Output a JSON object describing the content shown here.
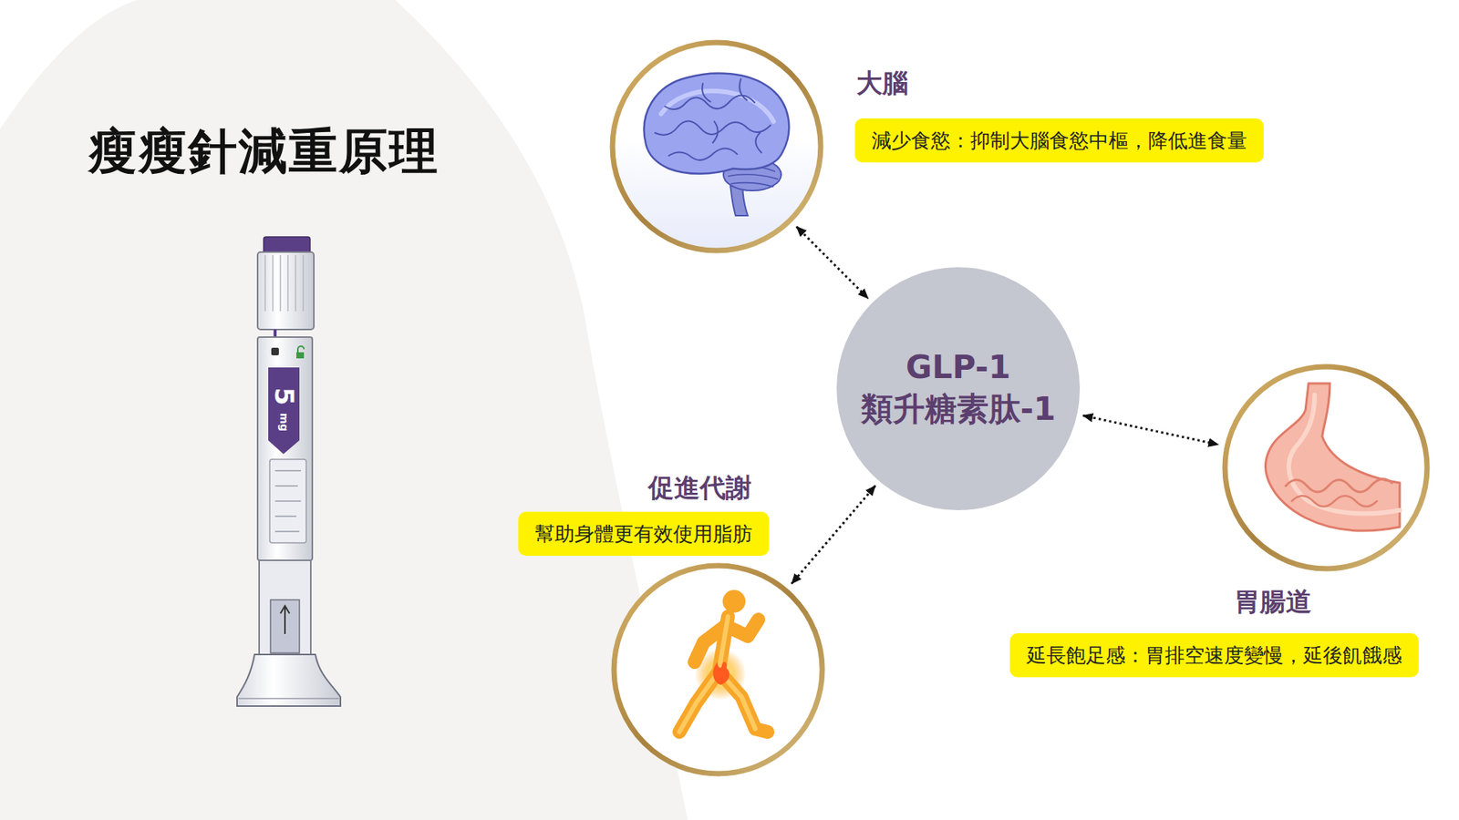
{
  "diagram": {
    "title": "瘦瘦針減重原理",
    "nodes": [
      {
        "text": [
          "大腦"
        ]
      },
      {
        "text": [
          "減少食慾：抑制大腦食慾中樞，降低進食量"
        ]
      },
      {
        "text": [
          "GLP-1",
          "類升糖素肽-1"
        ]
      },
      {
        "text": [
          "促進代謝"
        ]
      },
      {
        "text": [
          "幫助身體更有效使用脂肪"
        ]
      },
      {
        "text": [
          "胃腸道"
        ]
      },
      {
        "text": [
          "延長飽足感：胃排空速度變慢，延後飢餓感"
        ]
      }
    ],
    "edges": [
      {
        "from": 0,
        "to": 2,
        "arrow": "both"
      },
      {
        "from": 2,
        "to": 3,
        "arrow": "both"
      },
      {
        "from": 2,
        "to": 5,
        "arrow": "both"
      }
    ],
    "labels": [
      "5",
      "mg"
    ]
  }
}
